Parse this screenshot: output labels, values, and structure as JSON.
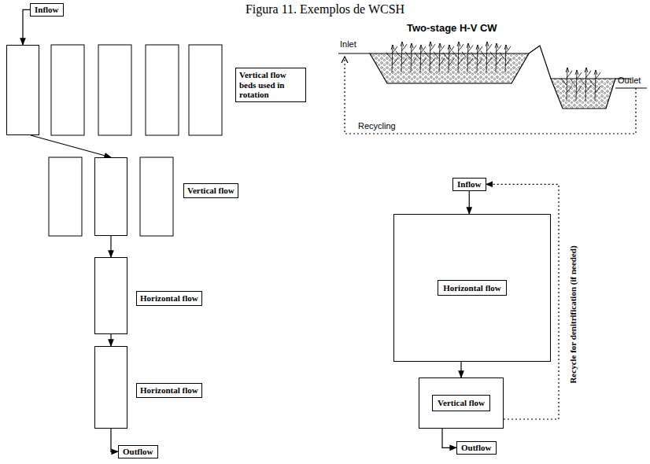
{
  "diagram": {
    "title": "Figura 11. Exemplos de WCSH",
    "nodes": [
      {
        "text": [
          "Inflow"
        ]
      },
      {
        "text": [
          "Vertical flow beds used in rotation"
        ]
      },
      {
        "text": [
          "Vertical flow"
        ]
      },
      {
        "text": [
          "Horizontal flow"
        ]
      },
      {
        "text": [
          "Horizontal flow"
        ]
      },
      {
        "text": [
          "Outflow"
        ]
      },
      {
        "text": [
          "Inflow"
        ]
      },
      {
        "text": [
          "Horizontal flow"
        ]
      },
      {
        "text": [
          "Vertical flow"
        ]
      },
      {
        "text": [
          "Outflow"
        ]
      }
    ],
    "edges": [
      {
        "from": 0,
        "to": 1,
        "arrow": "to"
      },
      {
        "from": 1,
        "to": 2,
        "arrow": "to"
      },
      {
        "from": 2,
        "to": 3,
        "arrow": "to"
      },
      {
        "from": 3,
        "to": 4,
        "arrow": "to"
      },
      {
        "from": 4,
        "to": 5,
        "arrow": "to"
      },
      {
        "from": 6,
        "to": 7,
        "arrow": "to"
      },
      {
        "from": 7,
        "to": 8,
        "arrow": "to"
      },
      {
        "from": 8,
        "to": 9,
        "arrow": "to"
      },
      {
        "from": 8,
        "to": 6,
        "label": "Recycle for denitrification (if needed)",
        "arrow": "to"
      }
    ],
    "labels": [
      "Two-stage H-V CW",
      "Inlet",
      "Outlet",
      "Recycling"
    ]
  }
}
